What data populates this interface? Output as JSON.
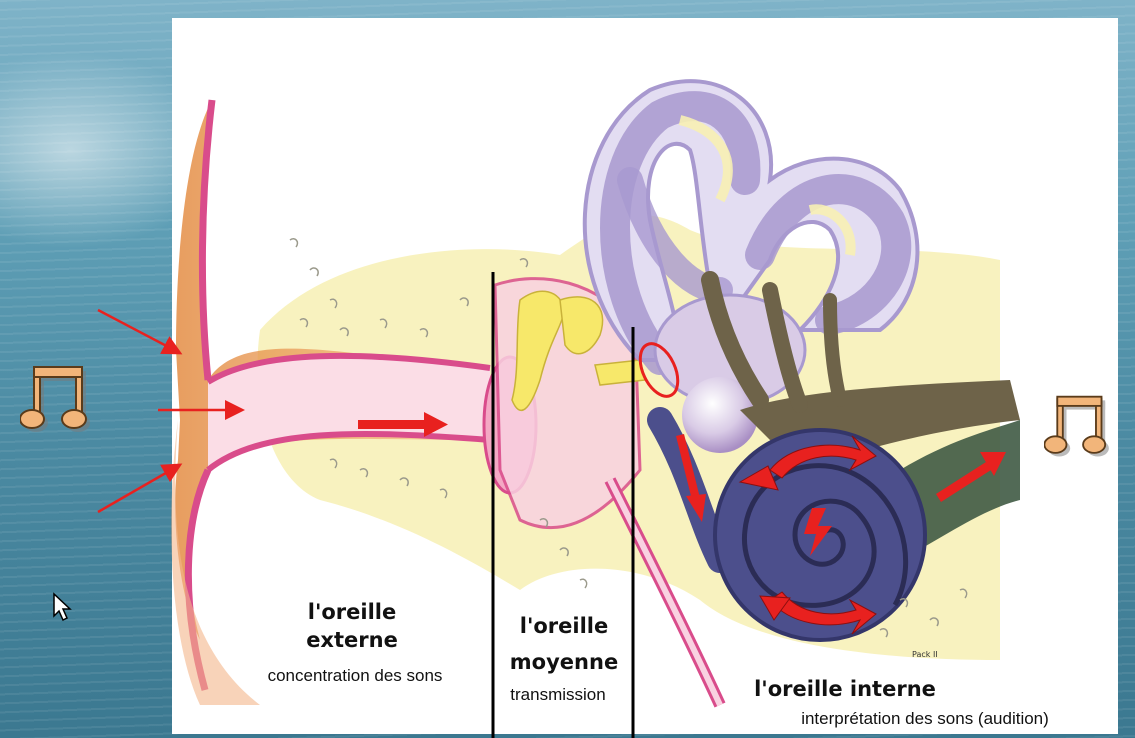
{
  "labels": {
    "outer": {
      "title_1": "l'oreille",
      "title_2": "externe",
      "desc": "concentration des sons"
    },
    "middle": {
      "title_1": "l'oreille",
      "title_2": "moyenne",
      "desc": "transmission"
    },
    "inner": {
      "title": "l'oreille interne",
      "desc": "interprétation des sons (audition)"
    }
  },
  "signature": "Pack II",
  "icons": {
    "left_note": "music-note-icon",
    "right_note": "music-note-icon",
    "cursor": "mouse-pointer-icon"
  },
  "colors": {
    "arrow": "#e8211f",
    "canal": "#d94c8b",
    "labyrinth": "#a899cf",
    "cochlea": "#4c4f8c",
    "nerve": "#6e6349",
    "bone_fill": "#f7f0b4"
  }
}
